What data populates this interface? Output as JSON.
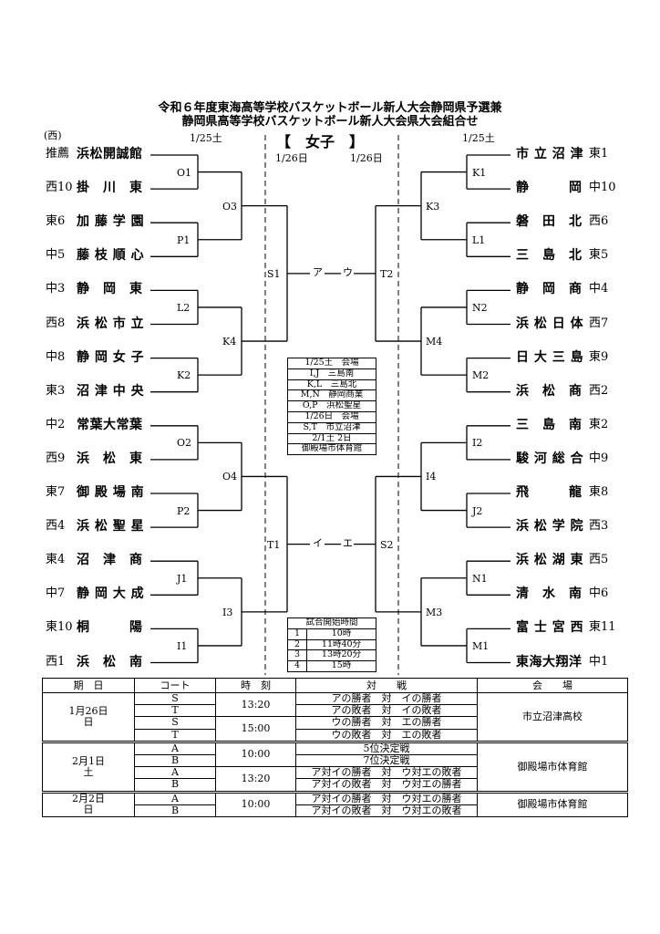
{
  "header": {
    "title1": "令和６年度東海高等学校バスケットボール新人大会静岡県予選兼",
    "title2": "静岡県高等学校バスケットボール新人大会県大会組合せ",
    "west": "(西)",
    "date_left": "1/25土",
    "date_right": "1/25土",
    "category": "【　女子　】",
    "date_mid_left": "1/26日",
    "date_mid_right": "1/26日"
  },
  "left_teams": [
    {
      "pref": "推薦",
      "name": "浜松開誠館"
    },
    {
      "pref": "西10",
      "name": "掛　川　東"
    },
    {
      "pref": "東6",
      "name": "加 藤 学 園"
    },
    {
      "pref": "中5",
      "name": "藤 枝 順 心"
    },
    {
      "pref": "中3",
      "name": "静　岡　東"
    },
    {
      "pref": "西8",
      "name": "浜 松 市 立"
    },
    {
      "pref": "中8",
      "name": "静 岡 女 子"
    },
    {
      "pref": "東3",
      "name": "沼 津 中 央"
    },
    {
      "pref": "中2",
      "name": "常葉大常葉"
    },
    {
      "pref": "西9",
      "name": "浜　松　東"
    },
    {
      "pref": "東7",
      "name": "御 殿 場 南"
    },
    {
      "pref": "西4",
      "name": "浜 松 聖 星"
    },
    {
      "pref": "東4",
      "name": "沼　津　商"
    },
    {
      "pref": "中7",
      "name": "静 岡 大 成"
    },
    {
      "pref": "東10",
      "name": "桐　　　陽"
    },
    {
      "pref": "西1",
      "name": "浜　松　南"
    }
  ],
  "right_teams": [
    {
      "name": "市 立 沼 津",
      "pref": "東1"
    },
    {
      "name": "静　　　岡",
      "pref": "中10"
    },
    {
      "name": "磐　田　北",
      "pref": "西6"
    },
    {
      "name": "三　島　北",
      "pref": "東5"
    },
    {
      "name": "静　岡　商",
      "pref": "中4"
    },
    {
      "name": "浜 松 日 体",
      "pref": "西7"
    },
    {
      "name": "日 大 三 島",
      "pref": "東9"
    },
    {
      "name": "浜　松　商",
      "pref": "西2"
    },
    {
      "name": "三　島　南",
      "pref": "東2"
    },
    {
      "name": "駿 河 総 合",
      "pref": "中9"
    },
    {
      "name": "飛　　　龍",
      "pref": "東8"
    },
    {
      "name": "浜 松 学 院",
      "pref": "西3"
    },
    {
      "name": "浜 松 湖 東",
      "pref": "西5"
    },
    {
      "name": "清　水　南",
      "pref": "中6"
    },
    {
      "name": "富 士 宮 西",
      "pref": "東11"
    },
    {
      "name": "東海大翔洋",
      "pref": "中1"
    }
  ],
  "left_r1_codes": [
    "O1",
    "P1",
    "L2",
    "K2",
    "O2",
    "P2",
    "J1",
    "I1"
  ],
  "left_r2_codes": [
    "O3",
    "K4",
    "O4",
    "I3"
  ],
  "left_r3_codes": [
    "S1",
    "T1"
  ],
  "right_r1_codes": [
    "K1",
    "L1",
    "N2",
    "M2",
    "I2",
    "J2",
    "N1",
    "M1"
  ],
  "right_r2_codes": [
    "K3",
    "M4",
    "I4",
    "M3"
  ],
  "right_r3_codes": [
    "T2",
    "S2"
  ],
  "final_labels": {
    "a": "ア",
    "u": "ウ",
    "i": "イ",
    "e": "エ"
  },
  "venue_box": [
    "1/25土　会場",
    "I,J　三島南",
    "K,L　三島北",
    "M,N　静岡商業",
    "O,P　浜松聖星",
    "1/26日　会場",
    "S,T　市立沼津",
    "2/1土 2日",
    "御殿場市体育館"
  ],
  "time_box": {
    "title": "試合開始時間",
    "rows": [
      {
        "no": "1",
        "time": "10時"
      },
      {
        "no": "2",
        "time": "11時40分"
      },
      {
        "no": "3",
        "time": "13時20分"
      },
      {
        "no": "4",
        "time": "15時"
      }
    ]
  },
  "schedule": {
    "headers": [
      "期　日",
      "コート",
      "時　刻",
      "対　　戦",
      "会　　場"
    ],
    "groups": [
      {
        "date1": "1月26日",
        "date2": "日",
        "venue": "市立沼津高校",
        "rows": [
          {
            "court": "S",
            "match": "アの勝者　対　イの勝者"
          },
          {
            "court": "T",
            "match": "アの敗者　対　イの敗者"
          },
          {
            "court": "S",
            "match": "ウの勝者　対　エの勝者"
          },
          {
            "court": "T",
            "match": "ウの敗者　対　エの敗者"
          }
        ],
        "times": [
          "13:20",
          "15:00"
        ]
      },
      {
        "date1": "2月1日",
        "date2": "土",
        "venue": "御殿場市体育館",
        "rows": [
          {
            "court": "A",
            "match": "5位決定戦"
          },
          {
            "court": "B",
            "match": "7位決定戦"
          },
          {
            "court": "A",
            "match": "ア対イの勝者　対　ウ対エの敗者"
          },
          {
            "court": "B",
            "match": "ア対イの敗者　対　ウ対エの勝者"
          }
        ],
        "times": [
          "10:00",
          "13:20"
        ]
      },
      {
        "date1": "2月2日",
        "date2": "日",
        "venue": "御殿場市体育館",
        "rows": [
          {
            "court": "A",
            "match": "ア対イの勝者　対　ウ対エの勝者"
          },
          {
            "court": "B",
            "match": "ア対イの敗者　対　ウ対エの敗者"
          }
        ],
        "times": [
          "10:00"
        ]
      }
    ]
  }
}
